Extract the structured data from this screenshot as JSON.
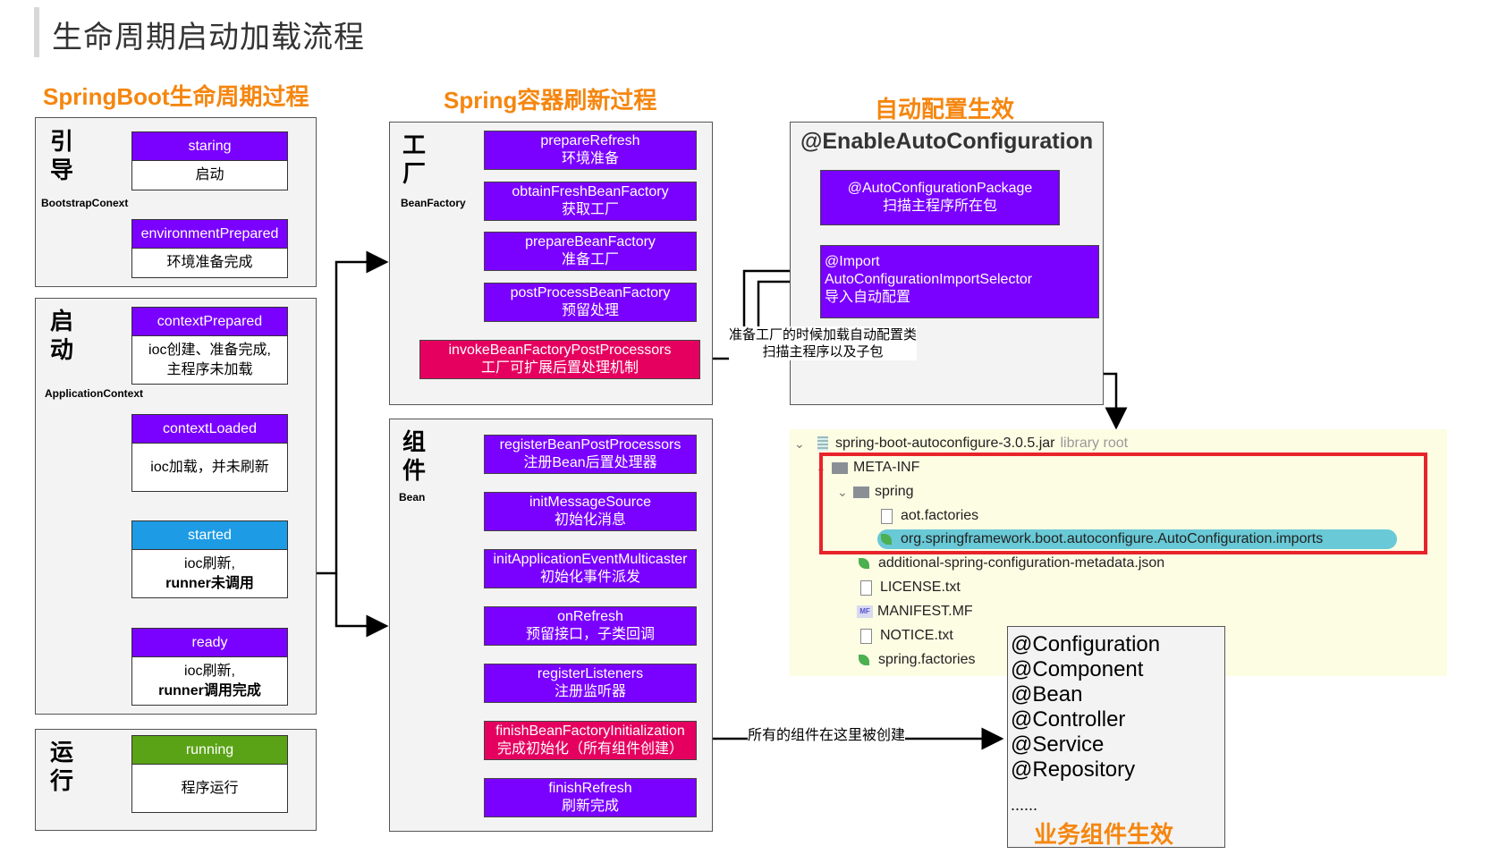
{
  "page_title": "生命周期启动加载流程",
  "sections": {
    "springboot": "SpringBoot生命周期过程",
    "container": "Spring容器刷新过程",
    "autoconfig": "自动配置生效"
  },
  "lifecycle": {
    "bootstrap": {
      "label_1": "引",
      "label_2": "导",
      "sub": "BootstrapConext",
      "items": [
        {
          "event": "staring",
          "desc": "启动"
        },
        {
          "event": "environmentPrepared",
          "desc": "环境准备完成"
        }
      ]
    },
    "startup": {
      "label_1": "启",
      "label_2": "动",
      "sub": "ApplicationContext",
      "items": [
        {
          "event": "contextPrepared",
          "desc_1": "ioc创建、准备完成,",
          "desc_2": "主程序未加载"
        },
        {
          "event": "contextLoaded",
          "desc": "ioc加载，并未刷新"
        },
        {
          "event": "started",
          "desc_1": "ioc刷新,",
          "desc_2": "runner未调用"
        },
        {
          "event": "ready",
          "desc_1": "ioc刷新,",
          "desc_2": "runner调用完成"
        }
      ]
    },
    "run": {
      "label_1": "运",
      "label_2": "行",
      "items": [
        {
          "event": "running",
          "desc": "程序运行"
        }
      ]
    }
  },
  "factory": {
    "label_1": "工",
    "label_2": "厂",
    "sub": "BeanFactory",
    "steps": [
      {
        "name": "prepareRefresh",
        "desc": "环境准备"
      },
      {
        "name": "obtainFreshBeanFactory",
        "desc": "获取工厂"
      },
      {
        "name": "prepareBeanFactory",
        "desc": "准备工厂"
      },
      {
        "name": "postProcessBeanFactory",
        "desc": "预留处理"
      },
      {
        "name": "invokeBeanFactoryPostProcessors",
        "desc": "工厂可扩展后置处理机制"
      }
    ]
  },
  "components": {
    "label_1": "组",
    "label_2": "件",
    "sub": "Bean",
    "steps": [
      {
        "name": "registerBeanPostProcessors",
        "desc": "注册Bean后置处理器"
      },
      {
        "name": "initMessageSource",
        "desc": "初始化消息"
      },
      {
        "name": "initApplicationEventMulticaster",
        "desc": "初始化事件派发"
      },
      {
        "name": "onRefresh",
        "desc": "预留接口，子类回调"
      },
      {
        "name": "registerListeners",
        "desc": "注册监听器"
      },
      {
        "name": "finishBeanFactoryInitialization",
        "desc": "完成初始化（所有组件创建）"
      },
      {
        "name": "finishRefresh",
        "desc": "刷新完成"
      }
    ]
  },
  "autoconfig": {
    "title": "@EnableAutoConfiguration",
    "package_line_1": "@AutoConfigurationPackage",
    "package_line_2": "扫描主程序所在包",
    "import_line_1": "@Import",
    "import_line_2": "AutoConfigurationImportSelector",
    "import_line_3": "导入自动配置"
  },
  "annotations": {
    "factory_note_1": "准备工厂的时候加载自动配置类",
    "factory_note_2": "扫描主程序以及子包",
    "create_note": "所有的组件在这里被创建"
  },
  "jar_tree": {
    "root": "spring-boot-autoconfigure-3.0.5.jar",
    "root_tag": "library root",
    "meta_inf": "META-INF",
    "spring": "spring",
    "aot": "aot.factories",
    "imports": "org.springframework.boot.autoconfigure.AutoConfiguration.imports",
    "metadata": "additional-spring-configuration-metadata.json",
    "license": "LICENSE.txt",
    "manifest": "MANIFEST.MF",
    "manifest_badge": "MF",
    "notice": "NOTICE.txt",
    "spring_factories": "spring.factories"
  },
  "business": {
    "annotations": [
      "@Configuration",
      "@Component",
      "@Bean",
      "@Controller",
      "@Service",
      "@Repository"
    ],
    "ellipsis": "......",
    "title": "业务组件生效"
  },
  "colors": {
    "accent_orange": "#f5860f",
    "step_purple": "#7a00ff",
    "step_pink": "#e5005f",
    "started_blue": "#1e9be5",
    "running_green": "#5aa316",
    "highlight_red": "#e8242a"
  }
}
